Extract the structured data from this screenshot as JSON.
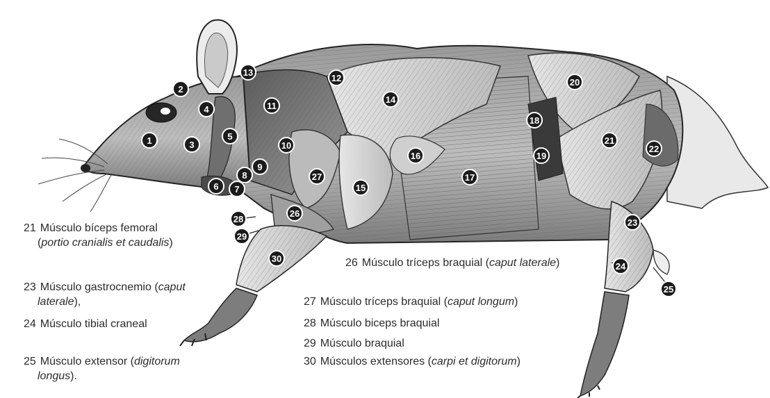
{
  "markers": [
    "1",
    "2",
    "3",
    "4",
    "5",
    "6",
    "7",
    "8",
    "9",
    "10",
    "11",
    "12",
    "13",
    "14",
    "15",
    "16",
    "17",
    "18",
    "19",
    "20",
    "21",
    "22",
    "23",
    "24",
    "25",
    "26",
    "27",
    "28",
    "29",
    "30"
  ],
  "legend": {
    "l21": {
      "num": "21",
      "text": "Músculo bíceps femoral",
      "open": "(",
      "italic": "portio cranialis et caudalis",
      "close": ")"
    },
    "l23": {
      "num": "23",
      "text": "Músculo gastrocnemio (",
      "italic1": "caput",
      "italic2": "laterale",
      "close": "),",
      "text2": ""
    },
    "l24": {
      "num": "24",
      "text": "Músculo tibial craneal"
    },
    "l25": {
      "num": "25",
      "text": "Músculo extensor (",
      "italic1": "digitorum",
      "italic2": "longus",
      "close": ")."
    },
    "l26": {
      "num": "26",
      "text": "Músculo tríceps braquial (",
      "italic": "caput laterale",
      "close": ")"
    },
    "l27": {
      "num": "27",
      "text": "Músculo tríceps braquial (",
      "italic": "caput longum",
      "close": ")"
    },
    "l28": {
      "num": "28",
      "text": "Músculo biceps braquial"
    },
    "l29": {
      "num": "29",
      "text": "Músculo braquial"
    },
    "l30": {
      "num": "30",
      "text": "Músculos extensores (",
      "italic": "carpi et digitorum",
      "close": ")"
    }
  }
}
